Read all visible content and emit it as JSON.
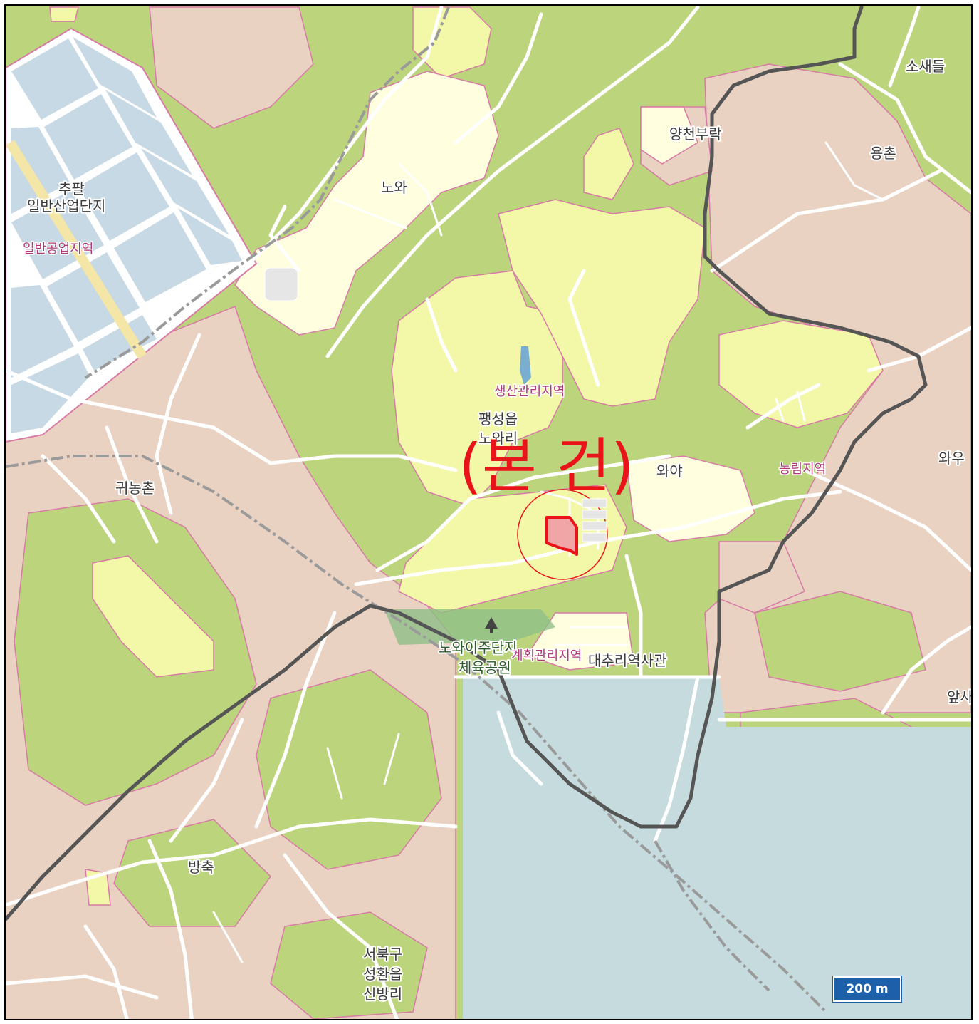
{
  "colors": {
    "forest": "#bcd57d",
    "residential": "#ffffe0",
    "planning": "#f3f7a8",
    "farmland": "#e9d2c1",
    "water": "#c5dbde",
    "industrial_block": "#c7d9e5",
    "boundary_line": "#555555",
    "subject_marker": "#e8141a"
  },
  "labels": {
    "sosaedeul": "소새들",
    "yangcheonburak": "양천부락",
    "yongchon": "용촌",
    "nowa": "노와",
    "chupal": "추팔",
    "chupal2": "일반산업단지",
    "industrial_zone": "일반공업지역",
    "production_zone": "생산관리지역",
    "paengseong": "팽성읍",
    "paengseong2": "노와리",
    "subject": "(본 건)",
    "waya": "와야",
    "forest_zone": "농림지역",
    "wau": "와우",
    "gwinongchon": "귀농촌",
    "park1": "노와이주단지",
    "park2": "체육공원",
    "planning_zone": "계획관리지역",
    "daechuri": "대추리역사관",
    "apsa": "앞사",
    "bangchuk": "방축",
    "seobukgu1": "서북구",
    "seobukgu2": "성환읍",
    "seobukgu3": "신방리"
  },
  "scale": {
    "label": "200 m"
  }
}
